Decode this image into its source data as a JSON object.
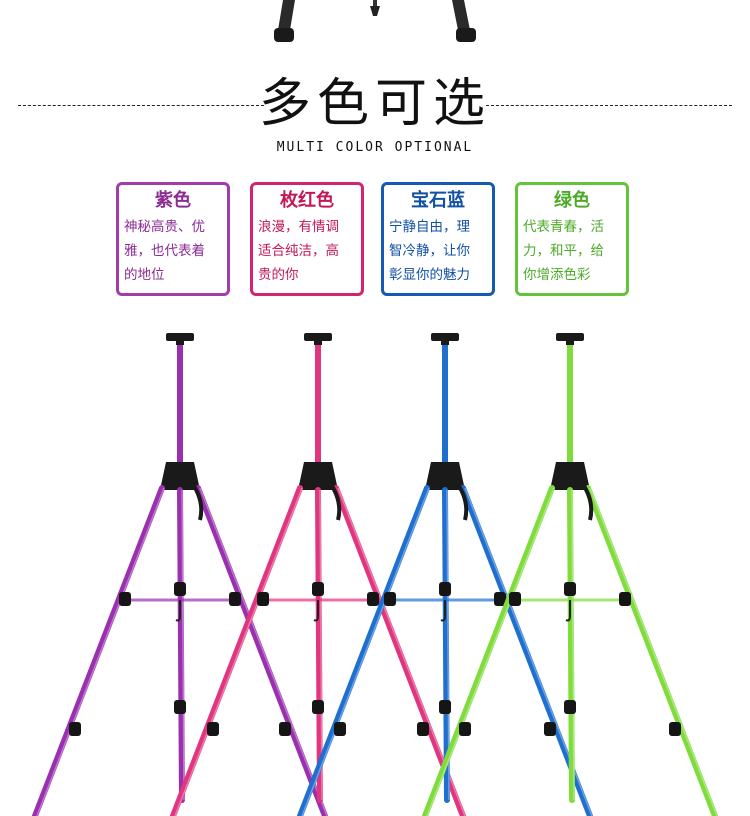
{
  "heading": {
    "title": "多色可选",
    "subtitle": "MULTI COLOR OPTIONAL"
  },
  "colors": [
    {
      "name": "紫色",
      "lines": [
        "神秘高贵、优",
        "雅，也代表着",
        "的地位"
      ],
      "accent": "#a23ca8"
    },
    {
      "name": "枚红色",
      "lines": [
        "浪漫，有情调",
        "适合纯洁，高",
        "贵的你"
      ],
      "accent": "#d2246f"
    },
    {
      "name": "宝石蓝",
      "lines": [
        "宁静自由，理",
        "智冷静，让你",
        "彰显你的魅力"
      ],
      "accent": "#1559b3"
    },
    {
      "name": "绿色",
      "lines": [
        "代表青春，活",
        "力，和平，给",
        "你增添色彩"
      ],
      "accent": "#63c33b"
    }
  ]
}
